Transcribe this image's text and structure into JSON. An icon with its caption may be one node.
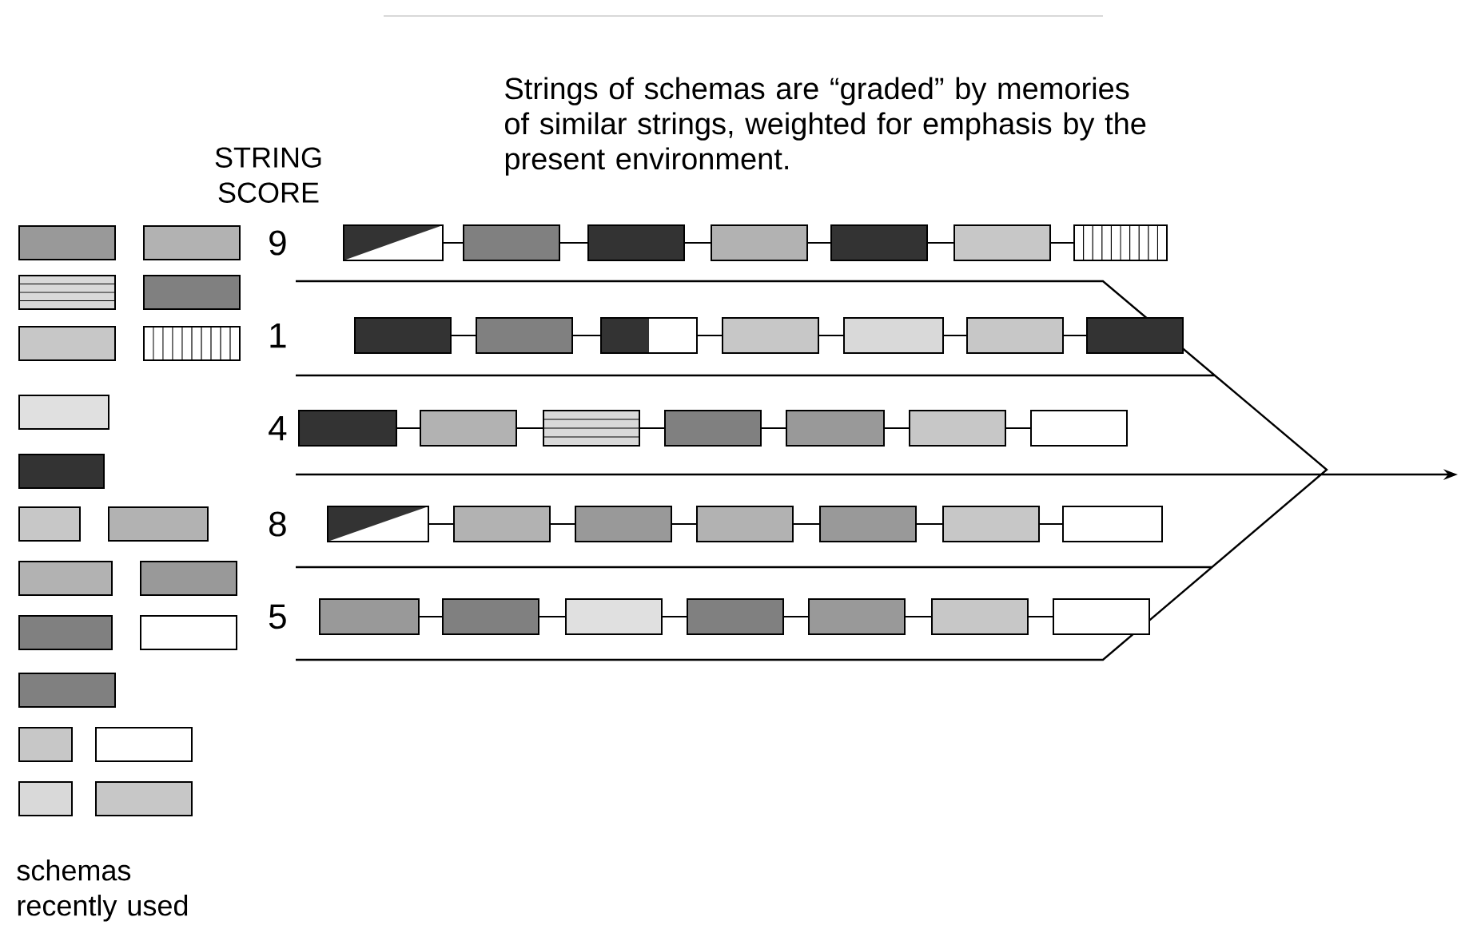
{
  "diagram": {
    "nodes": [
      {
        "text": [],
        "shape": "box"
      },
      {
        "text": [],
        "shape": "box"
      },
      {
        "text": [],
        "shape": "box"
      },
      {
        "text": [],
        "shape": "box"
      },
      {
        "text": [],
        "shape": "box"
      },
      {
        "text": [],
        "shape": "box"
      },
      {
        "text": [],
        "shape": "box"
      },
      {
        "text": [],
        "shape": "box"
      },
      {
        "text": [],
        "shape": "box"
      },
      {
        "text": [],
        "shape": "box"
      },
      {
        "text": [],
        "shape": "box"
      },
      {
        "text": [],
        "shape": "box"
      },
      {
        "text": [],
        "shape": "box"
      },
      {
        "text": [],
        "shape": "box"
      },
      {
        "text": [],
        "shape": "box"
      },
      {
        "text": [],
        "shape": "box"
      },
      {
        "text": [],
        "shape": "box"
      },
      {
        "text": [],
        "shape": "box"
      },
      {
        "text": [],
        "shape": "box"
      },
      {
        "text": [],
        "shape": "box"
      },
      {
        "text": [],
        "shape": "box"
      },
      {
        "text": [],
        "shape": "box"
      },
      {
        "text": [],
        "shape": "box"
      },
      {
        "text": [],
        "shape": "box"
      },
      {
        "text": [],
        "shape": "box"
      },
      {
        "text": [],
        "shape": "box"
      },
      {
        "text": [],
        "shape": "box"
      },
      {
        "text": [],
        "shape": "box"
      },
      {
        "text": [],
        "shape": "box"
      },
      {
        "text": [],
        "shape": "box"
      },
      {
        "text": [],
        "shape": "box"
      },
      {
        "text": [],
        "shape": "box"
      },
      {
        "text": [],
        "shape": "box"
      },
      {
        "text": [],
        "shape": "box"
      },
      {
        "text": [],
        "shape": "box"
      }
    ],
    "edges": [
      {
        "from": 0,
        "to": 1,
        "arrow": "none"
      },
      {
        "from": 1,
        "to": 2,
        "arrow": "none"
      },
      {
        "from": 2,
        "to": 3,
        "arrow": "none"
      },
      {
        "from": 3,
        "to": 4,
        "arrow": "none"
      },
      {
        "from": 4,
        "to": 5,
        "arrow": "none"
      },
      {
        "from": 5,
        "to": 6,
        "arrow": "none"
      },
      {
        "from": 7,
        "to": 8,
        "arrow": "none"
      },
      {
        "from": 8,
        "to": 9,
        "arrow": "none"
      },
      {
        "from": 9,
        "to": 10,
        "arrow": "none"
      },
      {
        "from": 10,
        "to": 11,
        "arrow": "none"
      },
      {
        "from": 11,
        "to": 12,
        "arrow": "none"
      },
      {
        "from": 12,
        "to": 13,
        "arrow": "none"
      },
      {
        "from": 14,
        "to": 15,
        "arrow": "none"
      },
      {
        "from": 15,
        "to": 16,
        "arrow": "none"
      },
      {
        "from": 16,
        "to": 17,
        "arrow": "none"
      },
      {
        "from": 17,
        "to": 18,
        "arrow": "none"
      },
      {
        "from": 18,
        "to": 19,
        "arrow": "none"
      },
      {
        "from": 19,
        "to": 20,
        "arrow": "none"
      },
      {
        "from": 21,
        "to": 22,
        "arrow": "none"
      },
      {
        "from": 22,
        "to": 23,
        "arrow": "none"
      },
      {
        "from": 23,
        "to": 24,
        "arrow": "none"
      },
      {
        "from": 24,
        "to": 25,
        "arrow": "none"
      },
      {
        "from": 25,
        "to": 26,
        "arrow": "none"
      },
      {
        "from": 26,
        "to": 27,
        "arrow": "none"
      },
      {
        "from": 28,
        "to": 29,
        "arrow": "none"
      },
      {
        "from": 29,
        "to": 30,
        "arrow": "none"
      },
      {
        "from": 30,
        "to": 31,
        "arrow": "none"
      },
      {
        "from": 31,
        "to": 32,
        "arrow": "none"
      },
      {
        "from": 32,
        "to": 33,
        "arrow": "none"
      },
      {
        "from": 33,
        "to": 34,
        "arrow": "none"
      }
    ],
    "labels": [
      "Strings of schemas are “graded” by memories of similar strings, weighted for emphasis by the present environment.",
      "STRING SCORE",
      "9",
      "1",
      "4",
      "8",
      "5",
      "schemas recently used"
    ]
  }
}
